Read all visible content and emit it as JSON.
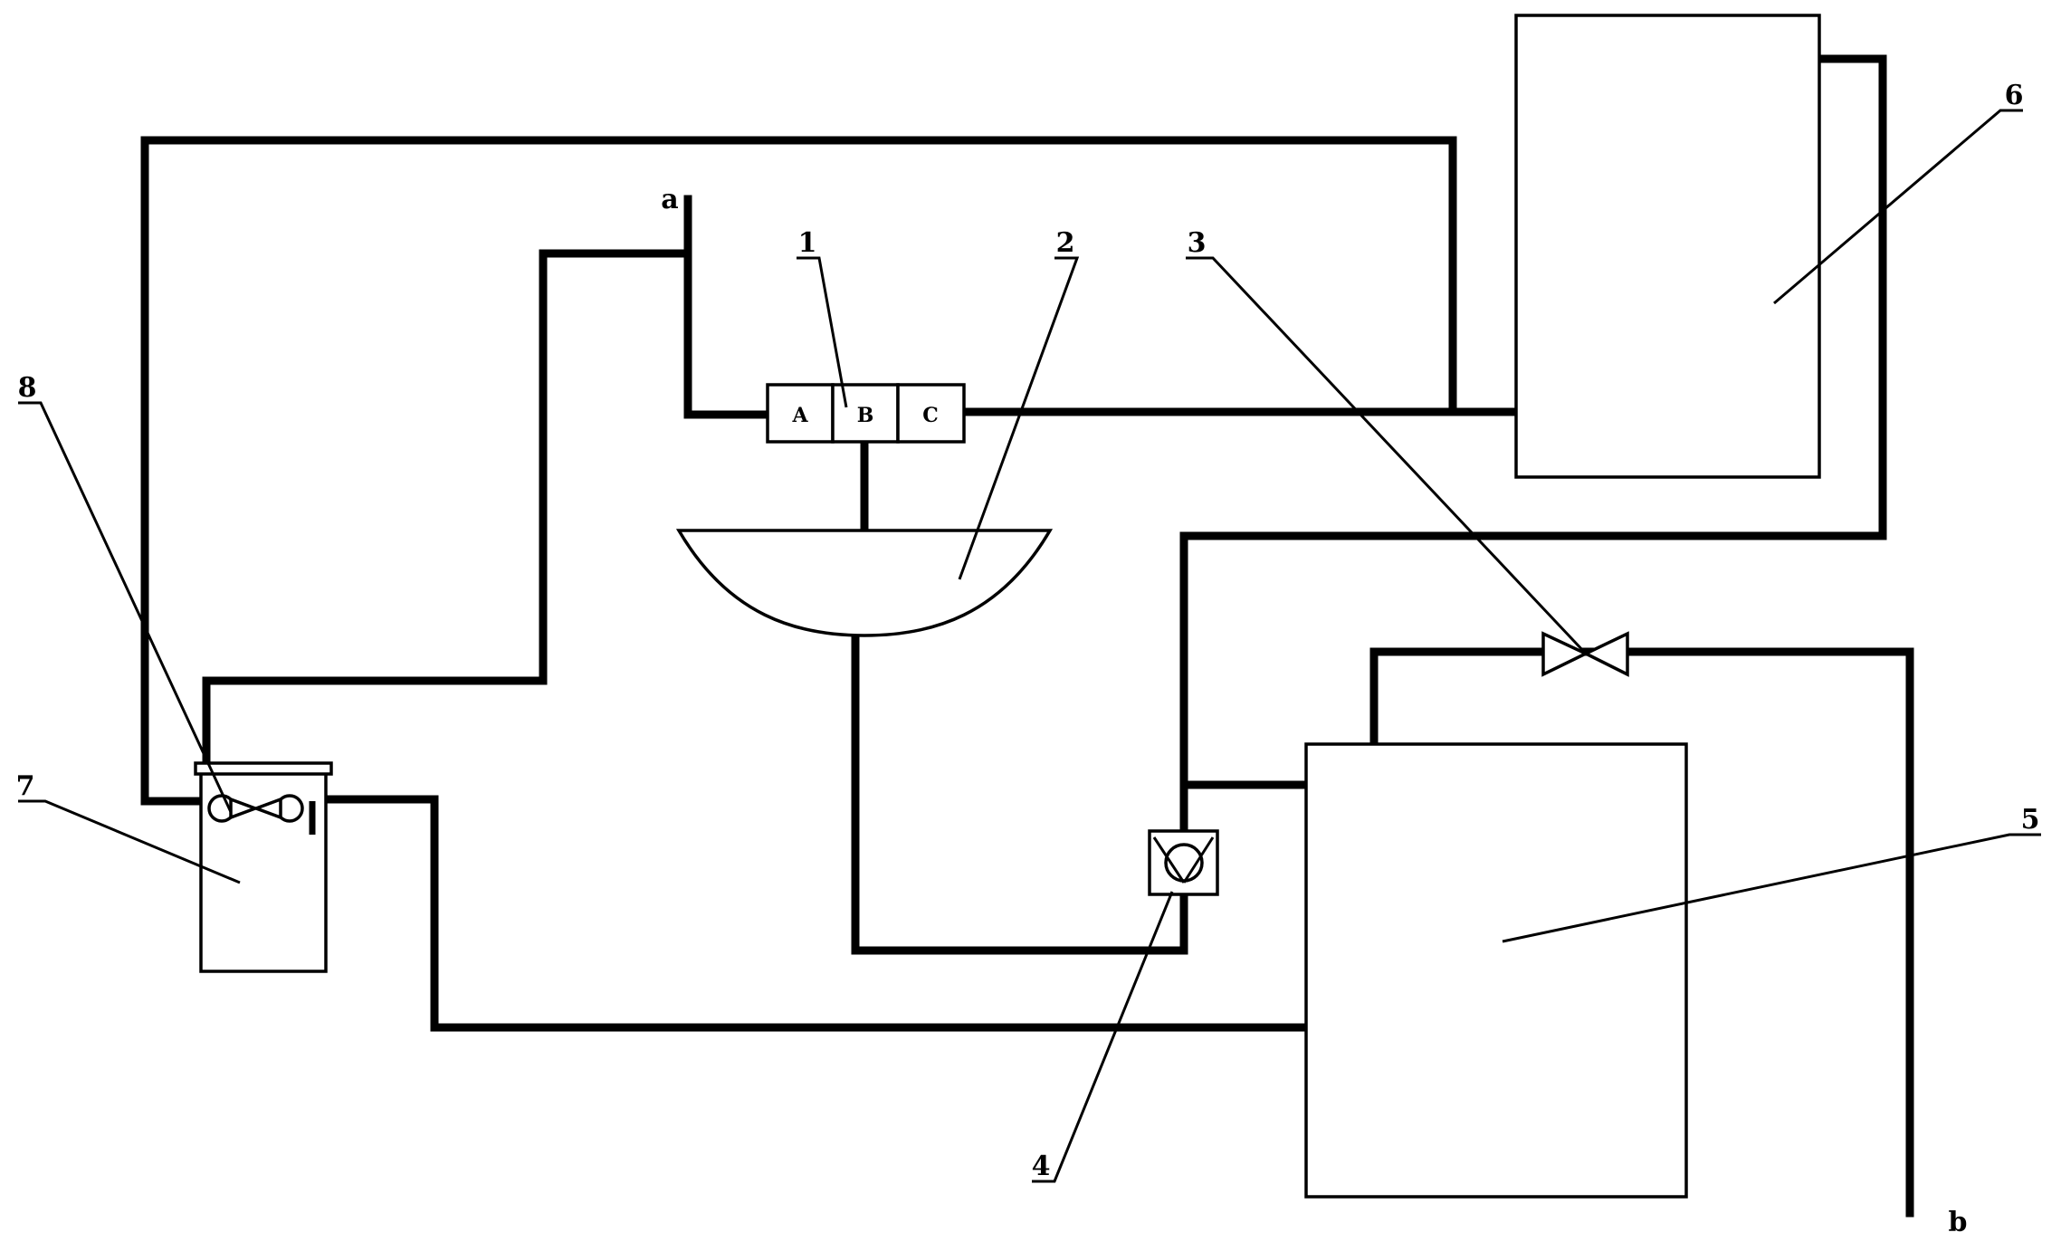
{
  "labels": {
    "valve_block": "1",
    "basin": "2",
    "valve": "3",
    "pump": "4",
    "tank_lower": "5",
    "tank_upper": "6",
    "vessel": "7",
    "pump_small": "8"
  },
  "ports": {
    "a": "a",
    "b": "b",
    "A": "A",
    "B": "B",
    "C": "C"
  }
}
